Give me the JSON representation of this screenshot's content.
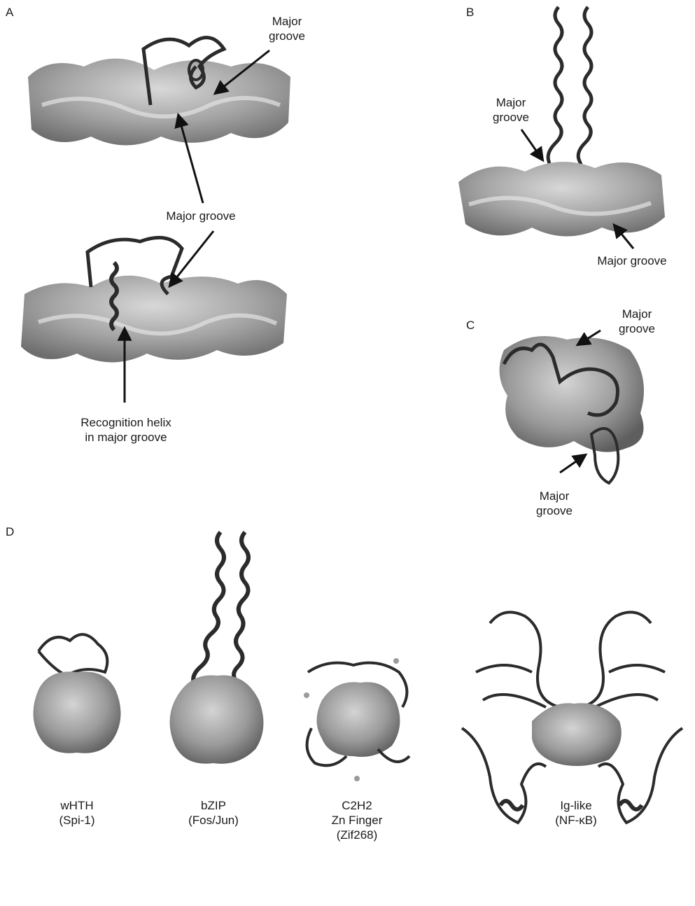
{
  "panels": {
    "A": {
      "letter": "A",
      "label_major_groove_top": "Major\ngroove",
      "label_major_groove_mid": "Major groove",
      "label_recognition": "Recognition helix\nin major groove"
    },
    "B": {
      "letter": "B",
      "label_major_groove_left": "Major\ngroove",
      "label_major_groove_right": "Major groove"
    },
    "C": {
      "letter": "C",
      "label_major_groove_top": "Major\ngroove",
      "label_major_groove_bottom": "Major\ngroove"
    },
    "D": {
      "letter": "D",
      "structures": [
        {
          "name": "wHTH\n(Spi-1)"
        },
        {
          "name": "bZIP\n(Fos/Jun)"
        },
        {
          "name": "C2H2\nZn Finger\n(Zif268)"
        },
        {
          "name": "Ig-like\n(NF-κB)"
        }
      ]
    }
  },
  "colors": {
    "dna_surface": "#9a9a9a",
    "dna_highlight": "#cfcfcf",
    "protein_ribbon": "#2b2b2b",
    "arrow": "#111111"
  }
}
